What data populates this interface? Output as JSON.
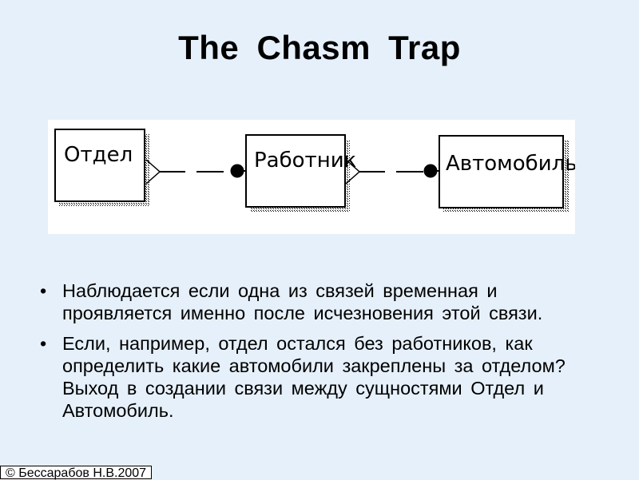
{
  "slide": {
    "title": "The  Chasm  Trap"
  },
  "diagram": {
    "entities": [
      {
        "id": "otdel",
        "label": "Отдел"
      },
      {
        "id": "rabotnik",
        "label": "Работник"
      },
      {
        "id": "avtomobil",
        "label": "Автомобиль"
      }
    ],
    "relationships": [
      {
        "from": "otdel",
        "to": "rabotnik",
        "from_end": "crow-foot",
        "to_end": "dot",
        "line": "dashed"
      },
      {
        "from": "rabotnik",
        "to": "avtomobil",
        "from_end": "crow-foot",
        "to_end": "dot",
        "line": "dashed"
      }
    ]
  },
  "bullets": [
    "Наблюдается  если  одна  из  связей  временная  и  проявляется  именно  после  исчезновения  этой  связи.",
    "Если,  например,  отдел  остался  без  работников,  как  определить  какие  автомобили  закреплены  за  отделом?  Выход  в  создании  связи  между  сущностями  Отдел  и  Автомобиль."
  ],
  "footer": {
    "copyright": "© Бессарабов Н.В.2007"
  }
}
